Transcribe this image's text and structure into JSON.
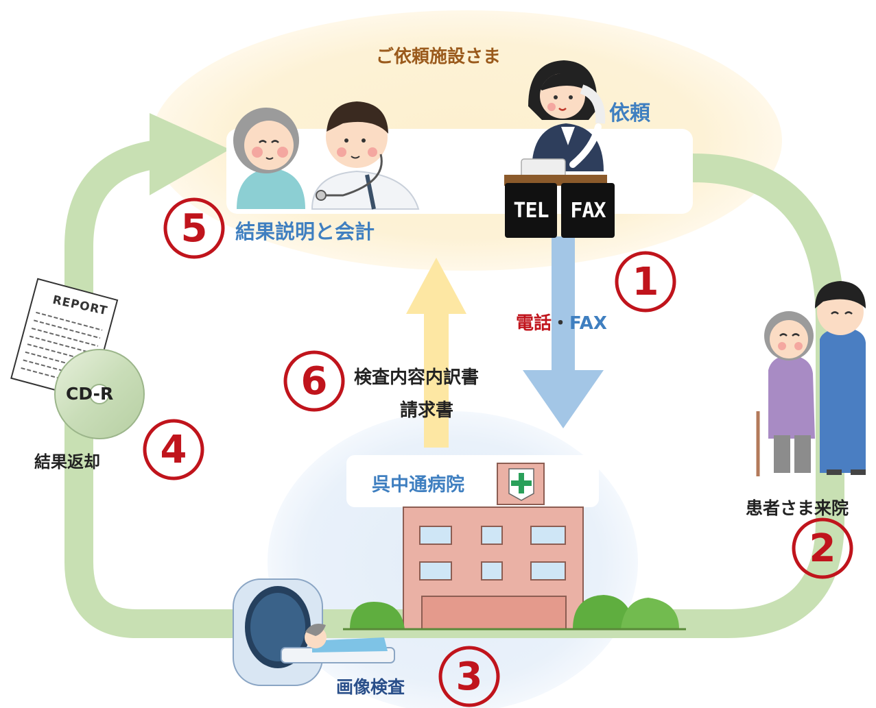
{
  "facility": {
    "title": "ご依頼施設さま",
    "request_label": "依頼"
  },
  "steps": {
    "s1": {
      "number": "1",
      "label": "電話",
      "sep": "・",
      "label2": "FAX"
    },
    "s2": {
      "number": "2",
      "label": "患者さま来院"
    },
    "s3": {
      "number": "3",
      "label": "画像検査"
    },
    "s4": {
      "number": "4",
      "label": "結果返却"
    },
    "s5": {
      "number": "5",
      "label": "結果説明と会計"
    },
    "s6": {
      "number": "6",
      "line1": "検査内容内訳書",
      "line2": "請求書"
    }
  },
  "badges": {
    "tel": "TEL",
    "fax": "FAX"
  },
  "hospital": {
    "name": "呉中通病院"
  },
  "report": {
    "title": "REPORT",
    "cd_label": "CD-R"
  },
  "colors": {
    "cycle_arrow": "#c8e0b3",
    "down_arrow": "#a3c6e6",
    "up_arrow": "#fde7a3",
    "accent_red": "#c0141c",
    "label_blue": "#3f7fc0",
    "facility_brown": "#9a5a1c"
  }
}
